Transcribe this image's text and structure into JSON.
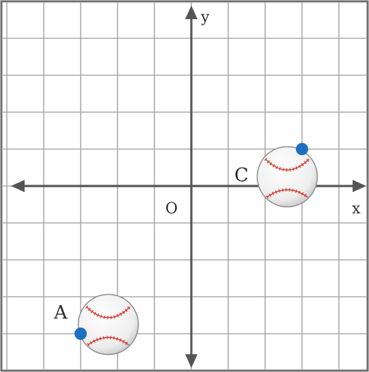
{
  "axes": {
    "x_label": "x",
    "y_label": "y",
    "origin_label": "O"
  },
  "grid": {
    "visible": true
  },
  "points": [
    {
      "label": "A",
      "x": -6,
      "y": -8
    },
    {
      "label": "C",
      "x": 6,
      "y": 2
    }
  ],
  "baseballs": [
    {
      "id": "ball-a",
      "center": [
        -4.5,
        -7.5
      ]
    },
    {
      "id": "ball-c",
      "center": [
        5.2,
        0.5
      ]
    }
  ],
  "colors": {
    "grid": "#a8a8a8",
    "axis": "#555555",
    "point": "#1e6fc0",
    "stitch": "#d9332a",
    "ball": "#f7f7f7",
    "frame": "#6f6f6f"
  }
}
